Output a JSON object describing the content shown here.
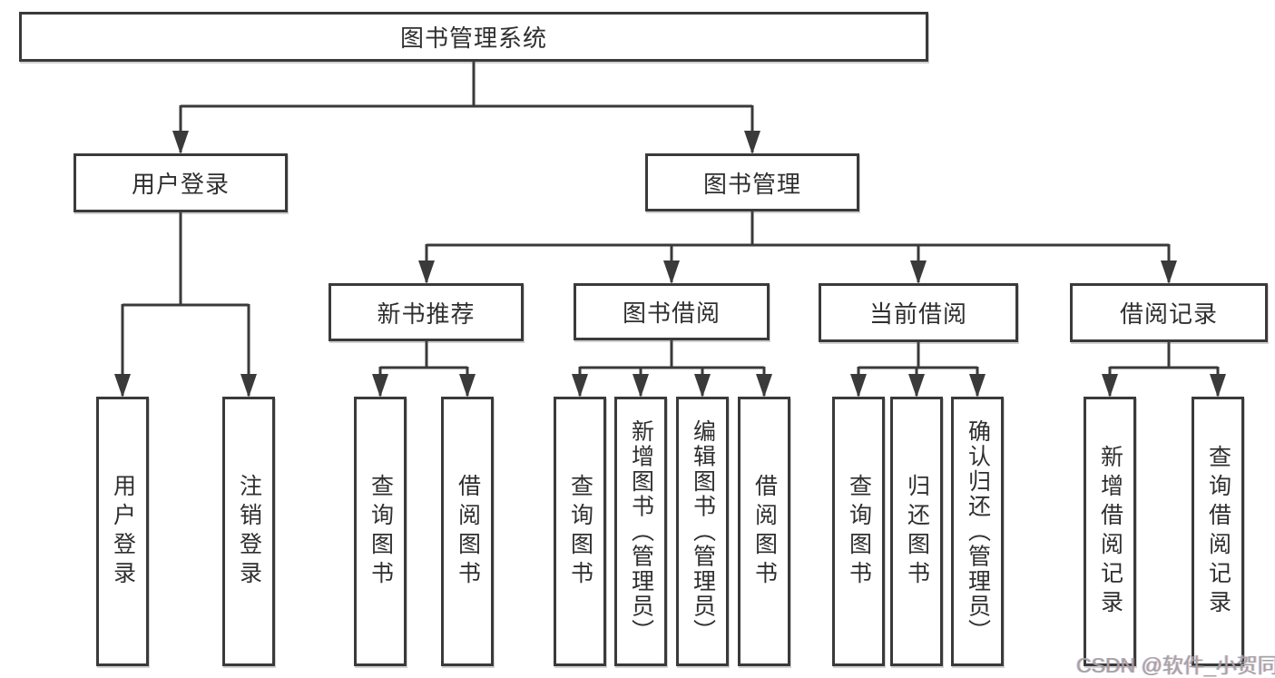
{
  "diagram": {
    "root": {
      "label": "图书管理系统"
    },
    "branches": [
      {
        "label": "用户登录",
        "children": [
          {
            "label": "用户登录"
          },
          {
            "label": "注销登录"
          }
        ]
      },
      {
        "label": "图书管理",
        "children": [
          {
            "label": "新书推荐",
            "children": [
              {
                "label": "查询图书"
              },
              {
                "label": "借阅图书"
              }
            ]
          },
          {
            "label": "图书借阅",
            "children": [
              {
                "label": "查询图书"
              },
              {
                "label": "新增图书（管理员）"
              },
              {
                "label": "编辑图书（管理员）"
              },
              {
                "label": "借阅图书"
              }
            ]
          },
          {
            "label": "当前借阅",
            "children": [
              {
                "label": "查询图书"
              },
              {
                "label": "归还图书"
              },
              {
                "label": "确认归还（管理员）"
              }
            ]
          },
          {
            "label": "借阅记录",
            "children": [
              {
                "label": "新增借阅记录"
              },
              {
                "label": "查询借阅记录"
              }
            ]
          }
        ]
      }
    ]
  },
  "watermark": {
    "text": "CSDN @软件_小贺同学"
  },
  "colors": {
    "line": "#3a3a3a",
    "text": "#2f2f2f",
    "watermark": "#a3a3a3",
    "background": "#ffffff"
  }
}
